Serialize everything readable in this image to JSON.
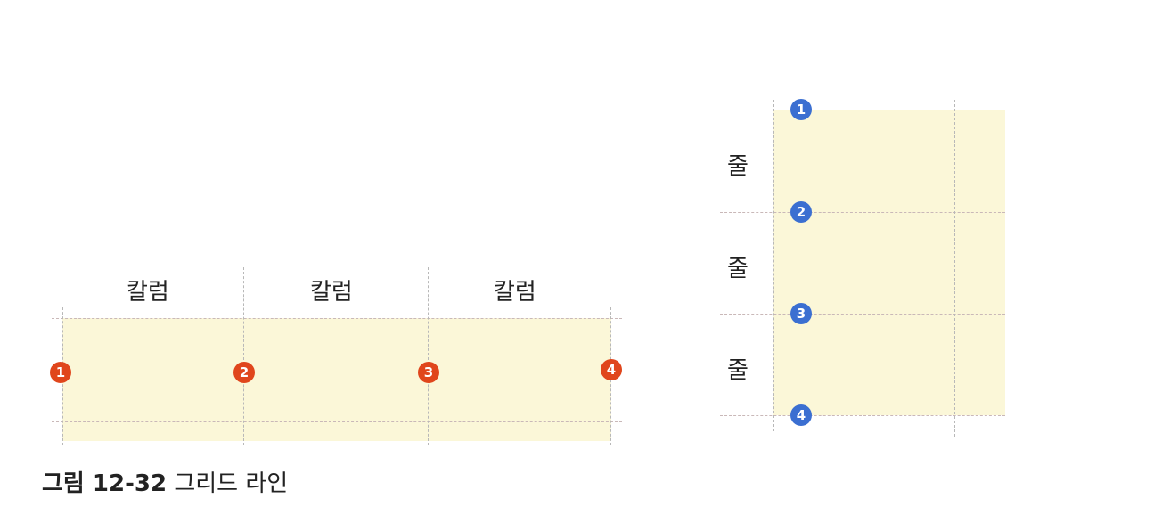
{
  "columns_diagram": {
    "labels": [
      "칼럼",
      "칼럼",
      "칼럼"
    ],
    "line_numbers": [
      "1",
      "2",
      "3",
      "4"
    ],
    "marker_color": "#e0461c"
  },
  "rows_diagram": {
    "labels": [
      "줄",
      "줄",
      "줄"
    ],
    "line_numbers": [
      "1",
      "2",
      "3",
      "4"
    ],
    "marker_color": "#3b6fd1"
  },
  "fill_color": "#fbf7d8",
  "caption": {
    "figure": "그림 12-32",
    "title": "그리드 라인"
  }
}
